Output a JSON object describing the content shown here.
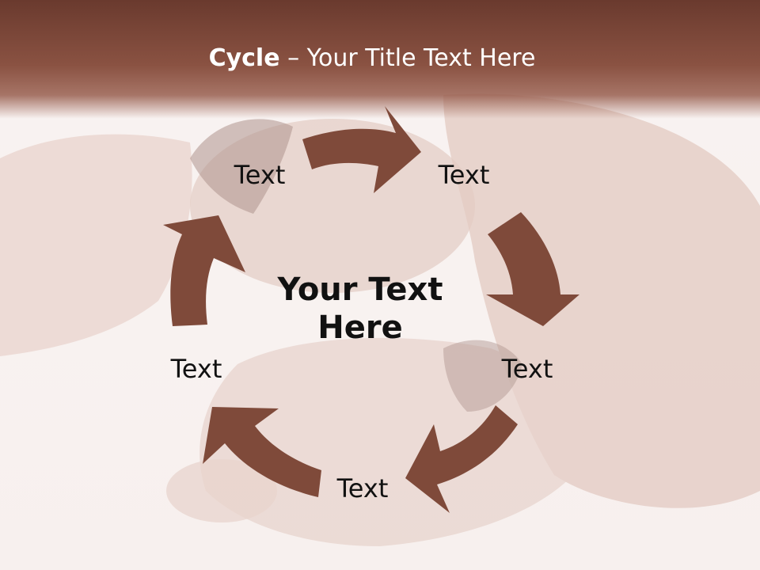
{
  "slide": {
    "title_bold": "Cycle",
    "title_rest": " – Your Title Text Here",
    "center_text": "Your Text Here",
    "nodes": [
      {
        "label": "Text"
      },
      {
        "label": "Text"
      },
      {
        "label": "Text"
      },
      {
        "label": "Text"
      },
      {
        "label": "Text"
      }
    ]
  },
  "colors": {
    "arrow": "#7f4a3a",
    "title_band": "#7a4536",
    "title_text": "#ffffff",
    "text": "#111111"
  },
  "background": {
    "description_icon": "photo-background"
  }
}
